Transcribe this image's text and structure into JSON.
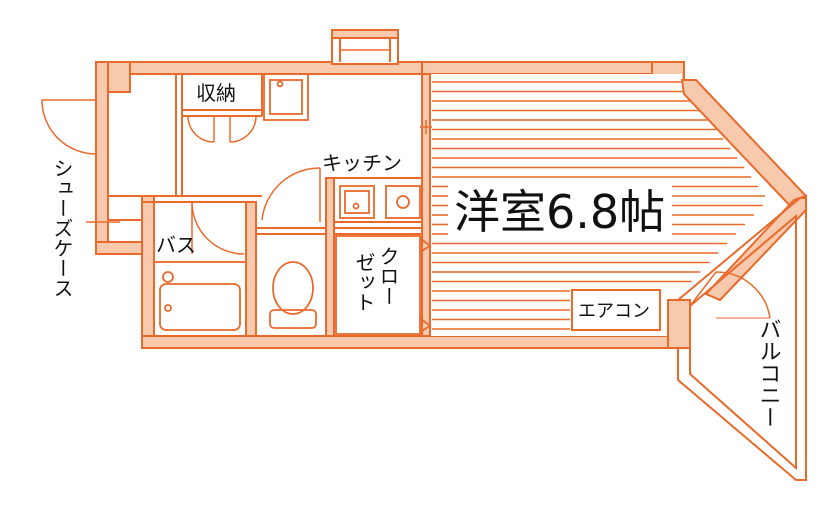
{
  "colors": {
    "wall_fill": "#f7c9ad",
    "wall_line": "#ea6a2c",
    "background": "#ffffff",
    "text": "#111111"
  },
  "rooms": {
    "western_room": {
      "label": "洋室6.8帖"
    },
    "kitchen": {
      "label": "キッチン"
    },
    "storage": {
      "label": "収納"
    },
    "bath": {
      "label": "バス"
    },
    "closet": {
      "label": "クローゼット",
      "col1": "クロー",
      "col2": "ゼット"
    },
    "aircon": {
      "label": "エアコン"
    },
    "shoe_case": {
      "label": "シューズケース"
    },
    "balcony": {
      "label": "バルコニー"
    }
  }
}
